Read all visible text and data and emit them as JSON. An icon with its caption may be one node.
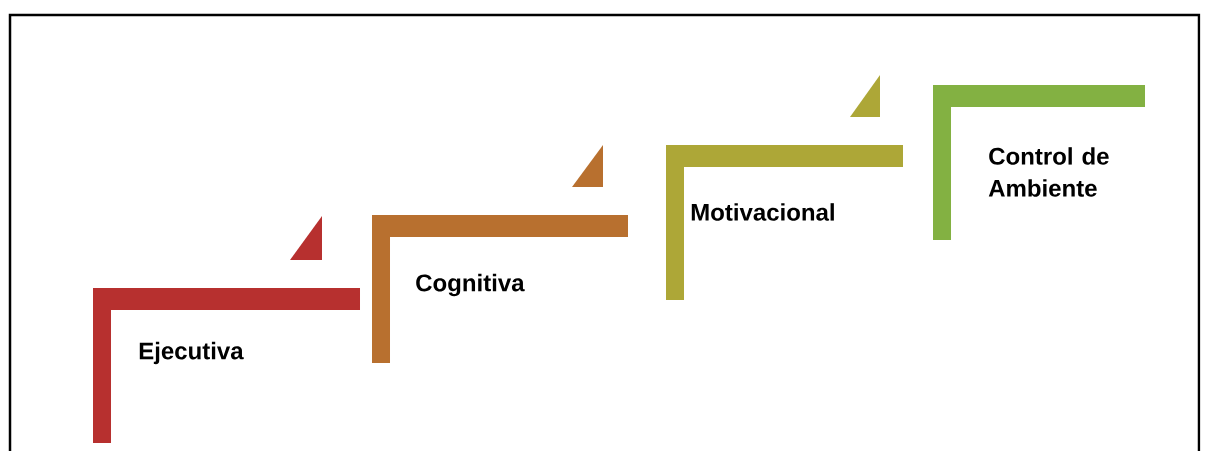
{
  "diagram": {
    "nodes": [
      {
        "text": [
          "Ejecutiva"
        ]
      },
      {
        "text": [
          "Cognitiva"
        ]
      },
      {
        "text": [
          "Motivacional"
        ]
      },
      {
        "text": [
          "Control de Ambiente"
        ]
      }
    ]
  }
}
